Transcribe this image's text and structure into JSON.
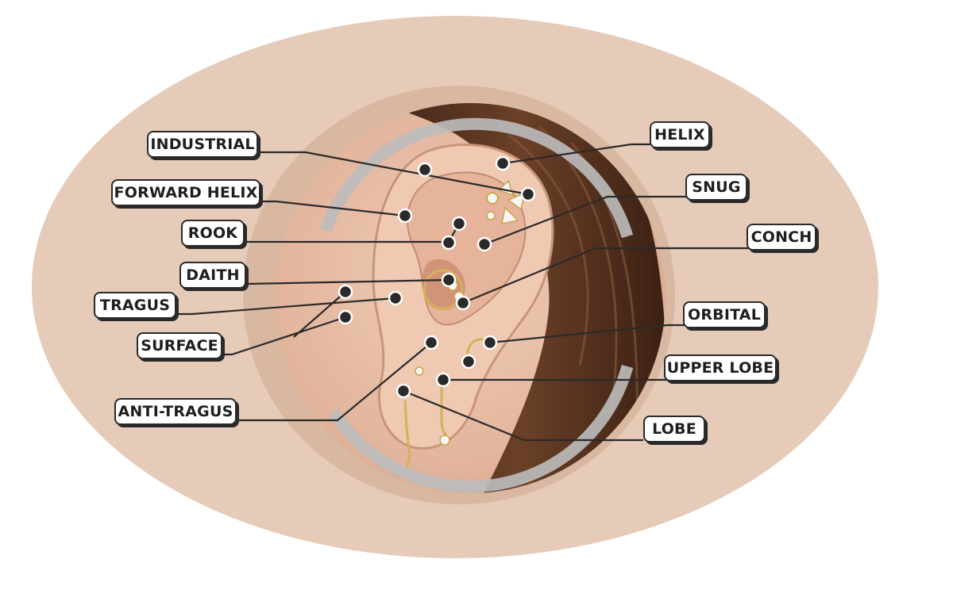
{
  "colors": {
    "outer_ellipse": "#e6cbb9",
    "inner_ring": "#d9b8a2",
    "skin": "#e8bfa7",
    "hair": "#5a3522",
    "arc": "#bdbdbd",
    "line": "#2a2a2a"
  },
  "labels": {
    "industrial": "INDUSTRIAL",
    "forward_helix": "FORWARD HELIX",
    "rook": "ROOK",
    "daith": "DAITH",
    "tragus": "TRAGUS",
    "surface": "SURFACE",
    "anti_tragus": "ANTI-TRAGUS",
    "helix": "HELIX",
    "snug": "SNUG",
    "conch": "CONCH",
    "orbital": "ORBITAL",
    "upper_lobe": "UPPER LOBE",
    "lobe": "LOBE"
  }
}
